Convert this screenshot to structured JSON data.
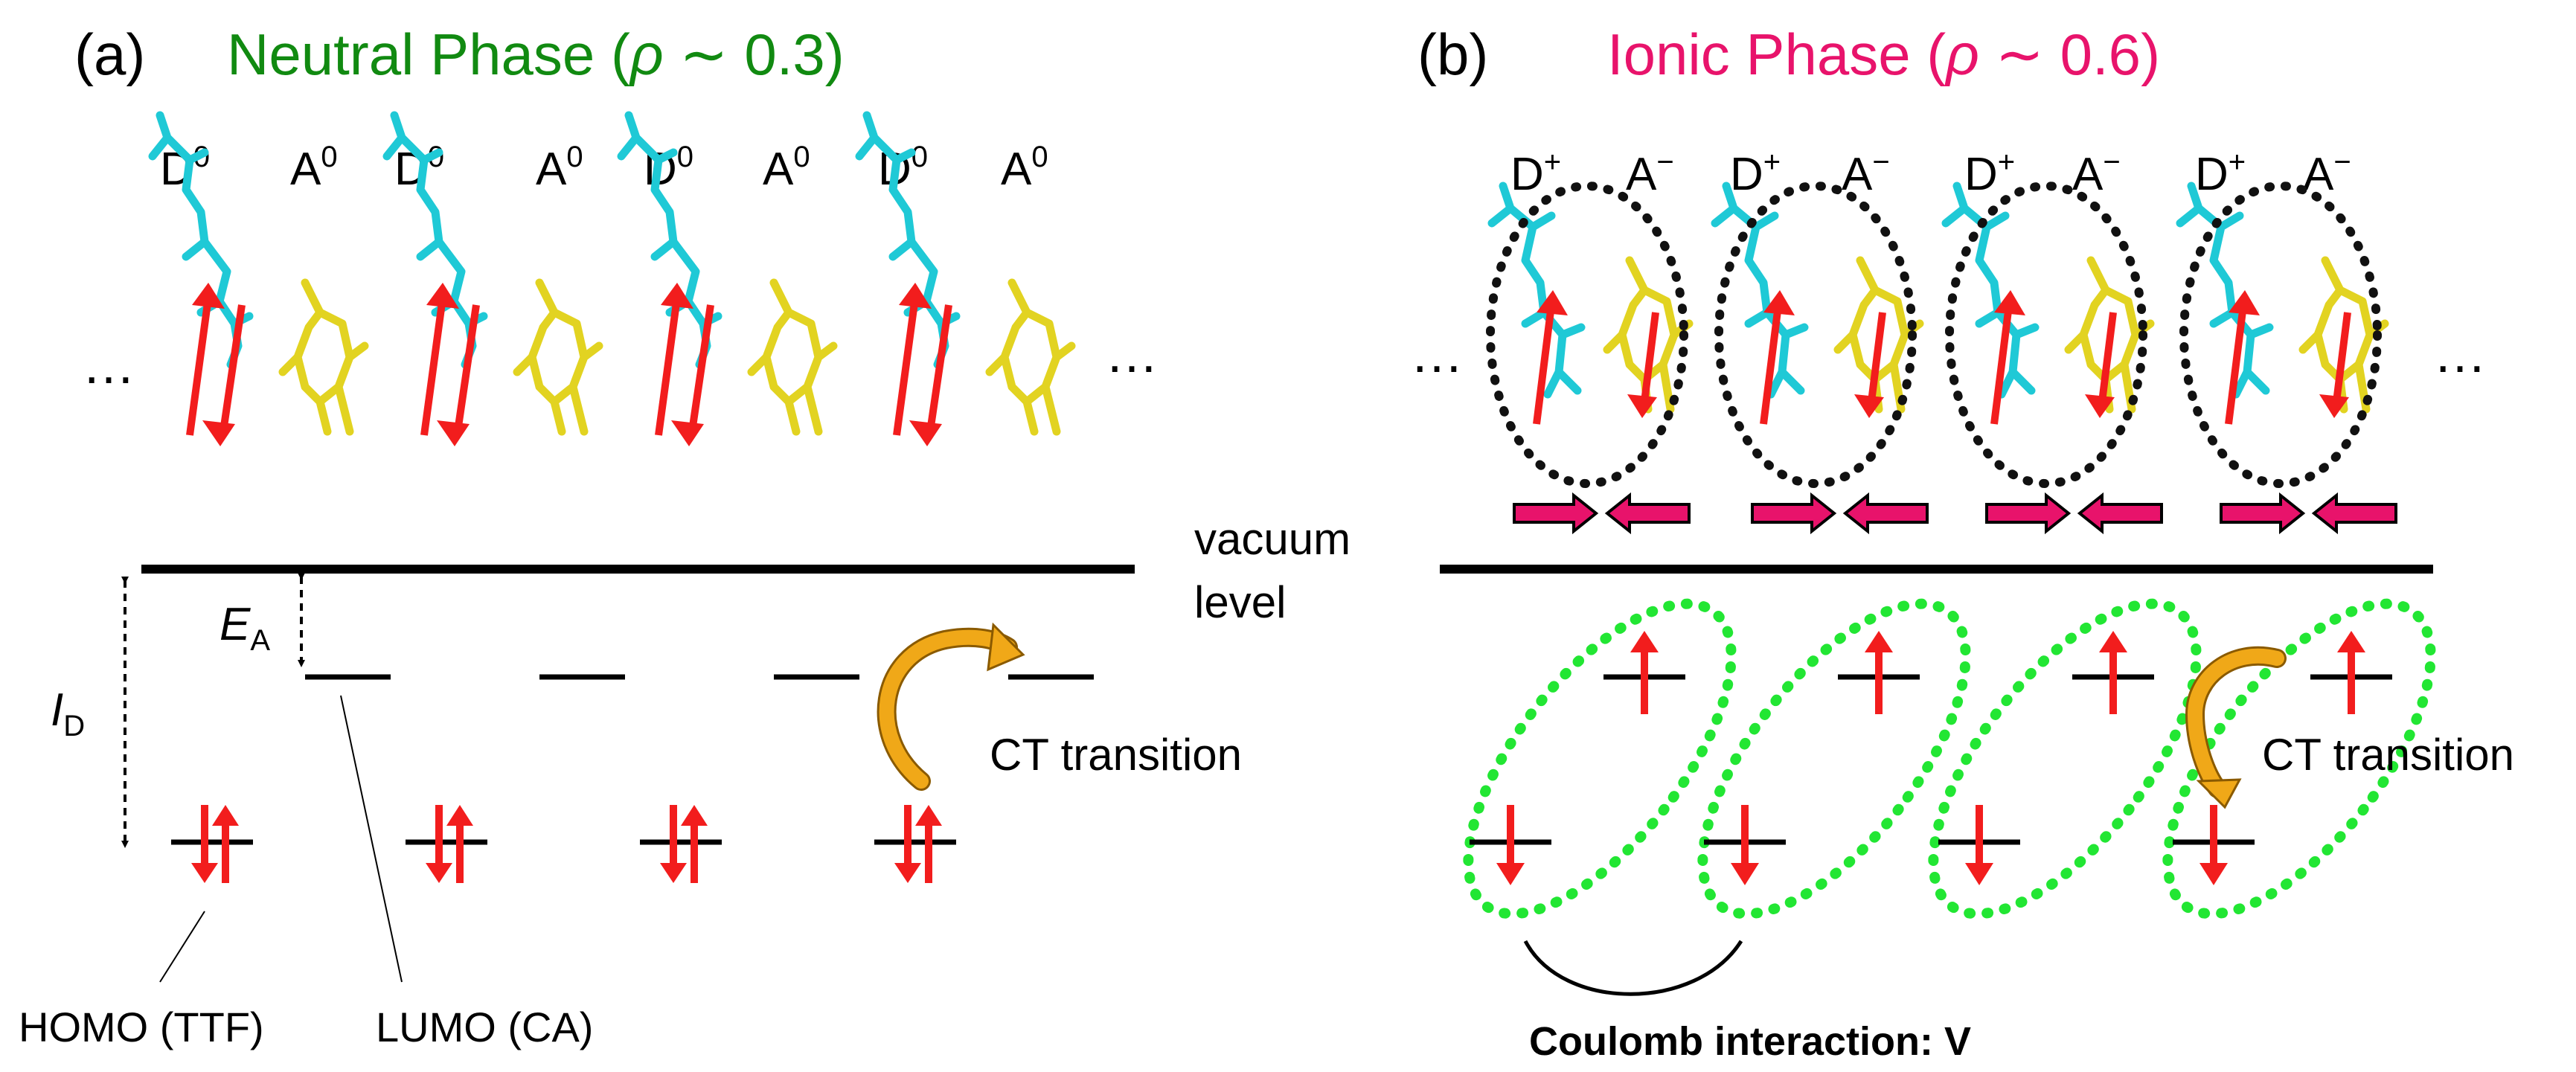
{
  "panel_a": {
    "tag": "(a)",
    "title_text": "Neutral Phase (",
    "title_rho": "ρ",
    "title_tail": " ∼ 0.3)",
    "title_color": "#118a11",
    "molecule_labels": [
      "D",
      "A",
      "D",
      "A",
      "D",
      "A",
      "D",
      "A"
    ],
    "molecule_superscripts": [
      "0",
      "0",
      "0",
      "0",
      "0",
      "0",
      "0",
      "0"
    ],
    "ellipsis_left": "…",
    "ellipsis_right": "…",
    "vacuum_label_line1": "vacuum",
    "vacuum_label_line2": "level",
    "ea_label": "E",
    "ea_sub": "A",
    "id_label": "I",
    "id_sub": "D",
    "ct_label": "CT transition",
    "homo_label": "HOMO (TTF)",
    "lumo_label": "LUMO (CA)"
  },
  "panel_b": {
    "tag": "(b)",
    "title_text": "Ionic Phase (",
    "title_rho": "ρ",
    "title_tail": " ∼ 0.6)",
    "title_color": "#e8136b",
    "molecule_labels": [
      "D",
      "A",
      "D",
      "A",
      "D",
      "A",
      "D",
      "A"
    ],
    "molecule_superscripts": [
      "+",
      "−",
      "+",
      "−",
      "+",
      "−",
      "+",
      "−"
    ],
    "ellipsis_left": "…",
    "ellipsis_right": "…",
    "ct_label": "CT transition",
    "coulomb_label": "Coulomb interaction: V"
  },
  "colors": {
    "donor_molecule": "#1fc9d6",
    "acceptor_molecule": "#e2d321",
    "spin_arrow": "#f21d1d",
    "dimer_ellipse": "#111111",
    "pair_arrow": "#e8136b",
    "coulomb_ellipse": "#22e633",
    "ct_arrow": "#f0a818",
    "level_line": "#000000"
  },
  "icons": {
    "spin_up": "up-arrow-icon",
    "spin_down": "down-arrow-icon",
    "ct": "curved-arrow-icon",
    "pair_push": "block-arrow-icon"
  }
}
